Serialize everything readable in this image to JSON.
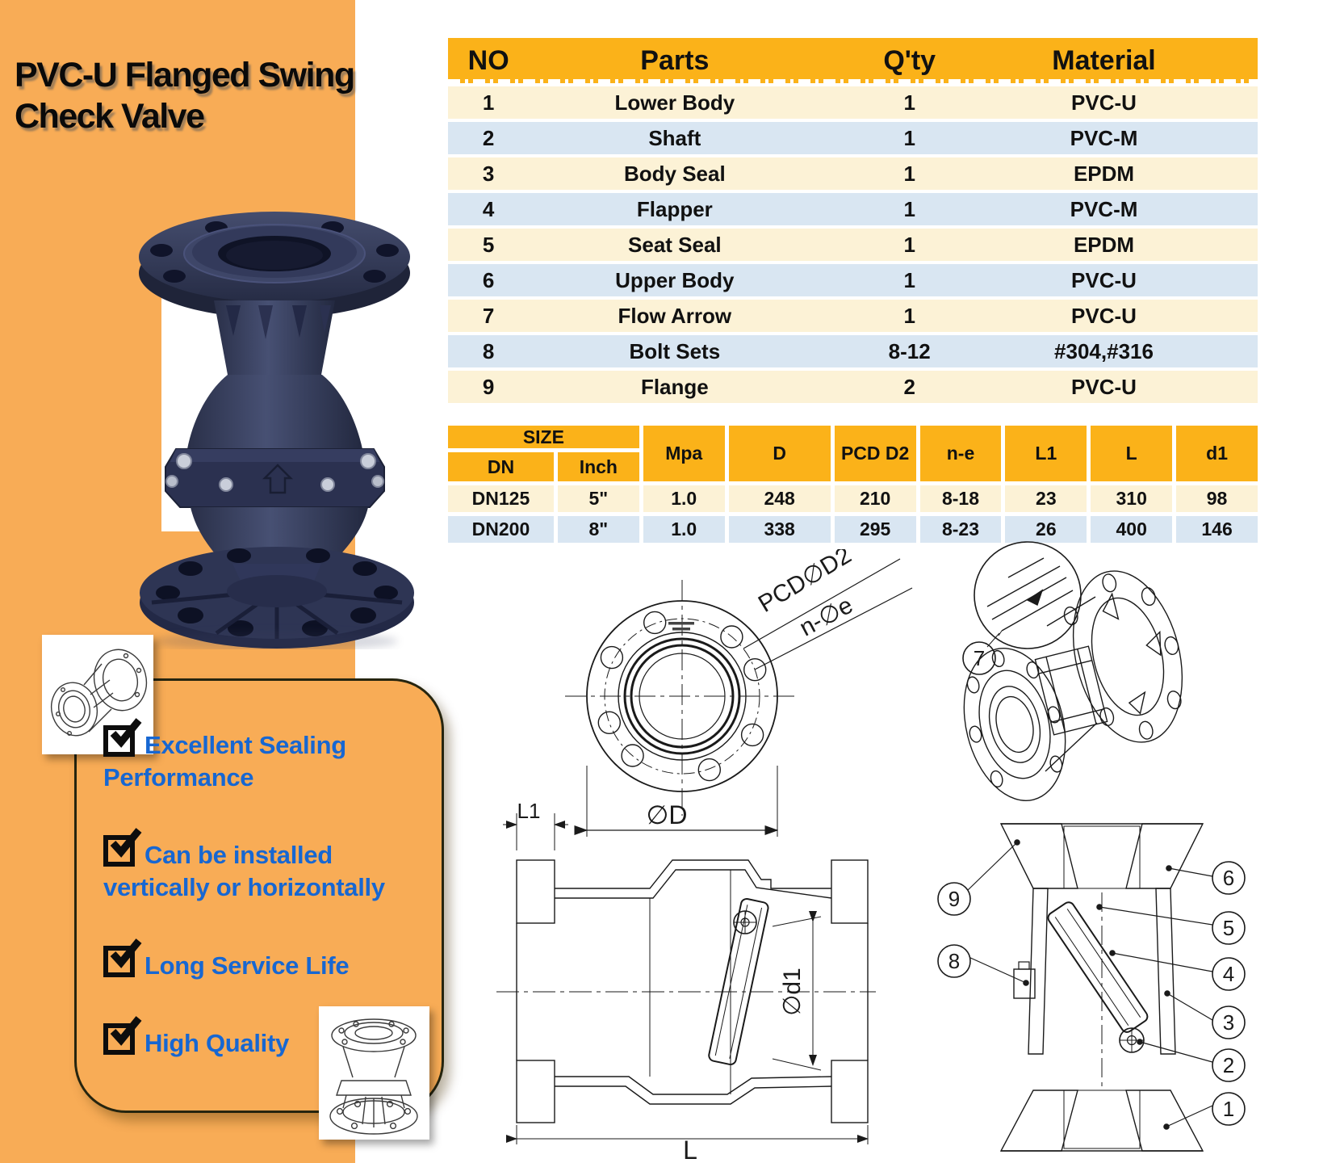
{
  "title": "PVC-U Flanged Swing Check Valve",
  "colors": {
    "band_orange": "#F8AC56",
    "table_gold": "#FBB219",
    "row_cream": "#FCF2D6",
    "row_blue": "#D9E6F2",
    "feature_blue": "#1767D2",
    "valve_navy": "#343B58"
  },
  "features": {
    "items": [
      "Excellent Sealing Performance",
      "Can be installed vertically or horizontally",
      "Long Service Life",
      "High Quality"
    ]
  },
  "parts_table": {
    "headers": [
      "NO",
      "Parts",
      "Q'ty",
      "Material"
    ],
    "rows": [
      [
        "1",
        "Lower Body",
        "1",
        "PVC-U"
      ],
      [
        "2",
        "Shaft",
        "1",
        "PVC-M"
      ],
      [
        "3",
        "Body Seal",
        "1",
        "EPDM"
      ],
      [
        "4",
        "Flapper",
        "1",
        "PVC-M"
      ],
      [
        "5",
        "Seat Seal",
        "1",
        "EPDM"
      ],
      [
        "6",
        "Upper Body",
        "1",
        "PVC-U"
      ],
      [
        "7",
        "Flow Arrow",
        "1",
        "PVC-U"
      ],
      [
        "8",
        "Bolt Sets",
        "8-12",
        "#304,#316"
      ],
      [
        "9",
        "Flange",
        "2",
        "PVC-U"
      ]
    ]
  },
  "size_table": {
    "group_header": "SIZE",
    "sub_headers": [
      "DN",
      "Inch"
    ],
    "col_headers": [
      "Mpa",
      "D",
      "PCD D2",
      "n-e",
      "L1",
      "L",
      "d1"
    ],
    "rows": [
      [
        "DN125",
        "5\"",
        "1.0",
        "248",
        "210",
        "8-18",
        "23",
        "310",
        "98"
      ],
      [
        "DN200",
        "8\"",
        "1.0",
        "338",
        "295",
        "8-23",
        "26",
        "400",
        "146"
      ]
    ]
  },
  "drawings": {
    "flange_view": {
      "label_pcd": "PCD∅D2",
      "label_ne": "n-∅e",
      "dim_d": "∅D"
    },
    "side_section": {
      "dim_l1": "L1",
      "dim_d1": "∅d1",
      "dim_l": "L"
    },
    "iso_view": {
      "callout_7": "7"
    },
    "vertical_section": {
      "callout_9": "9",
      "callout_8": "8",
      "callout_6": "6",
      "callout_5": "5",
      "callout_4": "4",
      "callout_3": "3",
      "callout_2": "2",
      "callout_1": "1"
    }
  }
}
